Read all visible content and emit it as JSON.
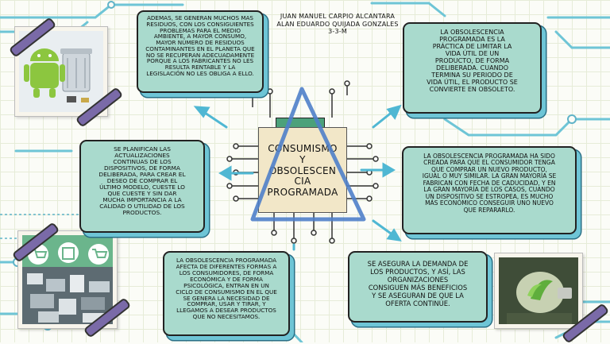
{
  "names": {
    "line1": "JUAN MANUEL CARPIO ALCANTARA",
    "line2": "ALAN EDUARDO QUIJADA GONZALES",
    "line3": "3-3-M"
  },
  "center_title": [
    "CONSUMISMO",
    "Y",
    "OBSOLESCEN",
    "CIA",
    "PROGRAMADA"
  ],
  "boxes": {
    "top_left": [
      "ADEMAS, SE GENERAN MUCHOS MAS",
      "RESIDUOS, CON LOS CONSIGUIENTES",
      "PROBLEMAS PARA EL MEDIO",
      "AMBIENTE, A MAYOR CONSUMO,",
      "MAYOR NÚMERO DE RESIDUOS",
      "CONTAMINANTES EN EL PLANETA QUE",
      "NO SE RECUPERAN ADECUADAMENTE",
      "PORQUE A LOS FABRICANTES NO LES",
      "RESULTA RENTABLE Y LA",
      "LEGISLACIÓN NO LES OBLIGA A ELLO."
    ],
    "top_right": [
      "LA OBSOLESCENCIA",
      "PROGRAMADA ES LA",
      "PRÁCTICA DE LIMITAR LA",
      "VIDA ÚTIL DE UN",
      "PRODUCTO, DE FORMA",
      "DELIBERADA. CUANDO",
      "TERMINA SU PERIODO DE",
      "VIDA ÚTIL, EL PRODUCTO SE",
      "CONVIERTE EN OBSOLETO."
    ],
    "mid_left": [
      "SE PLANIFICAN LAS",
      "ACTUALIZACIONES",
      "CONTINUAS DE LOS",
      "DISPOSITIVOS, DE FORMA",
      "DELIBERADA, PARA CREAR EL",
      "DESEO DE COMPRAR EL",
      "ÚLTIMO MODELO, CUESTE LO",
      "QUE CUESTE Y SIN DAR",
      "MUCHA IMPORTANCIA A LA",
      "CALIDAD O UTILIDAD DE LOS",
      "PRODUCTOS."
    ],
    "mid_right": [
      "LA OBSOLESCENCIA PROGRAMADA HA SIDO",
      "CREADA PARA QUE EL CONSUMIDOR TENGA",
      "QUE COMPRAR UN NUEVO PRODUCTO,",
      "IGUAL O MUY SIMILAR. LA GRAN MAYORÍA SE",
      "FABRICAN CON FECHA DE CADUCIDAD, Y EN",
      "LA GRAN MAYORÍA DE LOS CASOS, CUANDO",
      "UN DISPOSITIVO SE ESTROPEA, ES MUCHO",
      "MÁS ECONÓMICO CONSEGUIR UNO NUEVO",
      "QUE REPARARLO."
    ],
    "bottom_center": [
      "LA OBSOLESCENCIA PROGRAMADA",
      "AFECTA DE DIFERENTES FORMAS A",
      "LOS CONSUMIDORES, DE FORMA",
      "ECONÓMICA Y DE FORMA",
      "PSICOLÓGICA, ENTRAN EN UN",
      "CICLO DE CONSUMISMO EN EL QUE",
      "SE GENERA LA NECESIDAD DE",
      "COMPRAR, USAR Y TIRAR, Y",
      "LLEGAMOS A DESEAR PRODUCTOS",
      "QUE NO NECESITAMOS."
    ],
    "bottom_right": [
      "SE ASEGURA LA DEMANDA DE",
      "LOS PRODUCTOS, Y ASÍ, LAS",
      "ORGANIZACIONES",
      "CONSIGUEN MÁS BENEFICIOS",
      "Y SE ASEGURAN DE QUE LA",
      "OFERTA CONTINÚE."
    ]
  },
  "colors": {
    "box_fill": "#a9dacd",
    "box_shadow": "#6ec5d6",
    "circuit": "#6ec5d6",
    "center_fill": "#f2e7c8",
    "chip_cap": "#4ca17a",
    "triangle": "#4f7fc9",
    "tape": "#7a6aa8"
  },
  "icons": [
    "android-robot-icon",
    "trash-can-icon",
    "shopping-cart-icon",
    "lightbulb-icon",
    "arrow-icon"
  ]
}
